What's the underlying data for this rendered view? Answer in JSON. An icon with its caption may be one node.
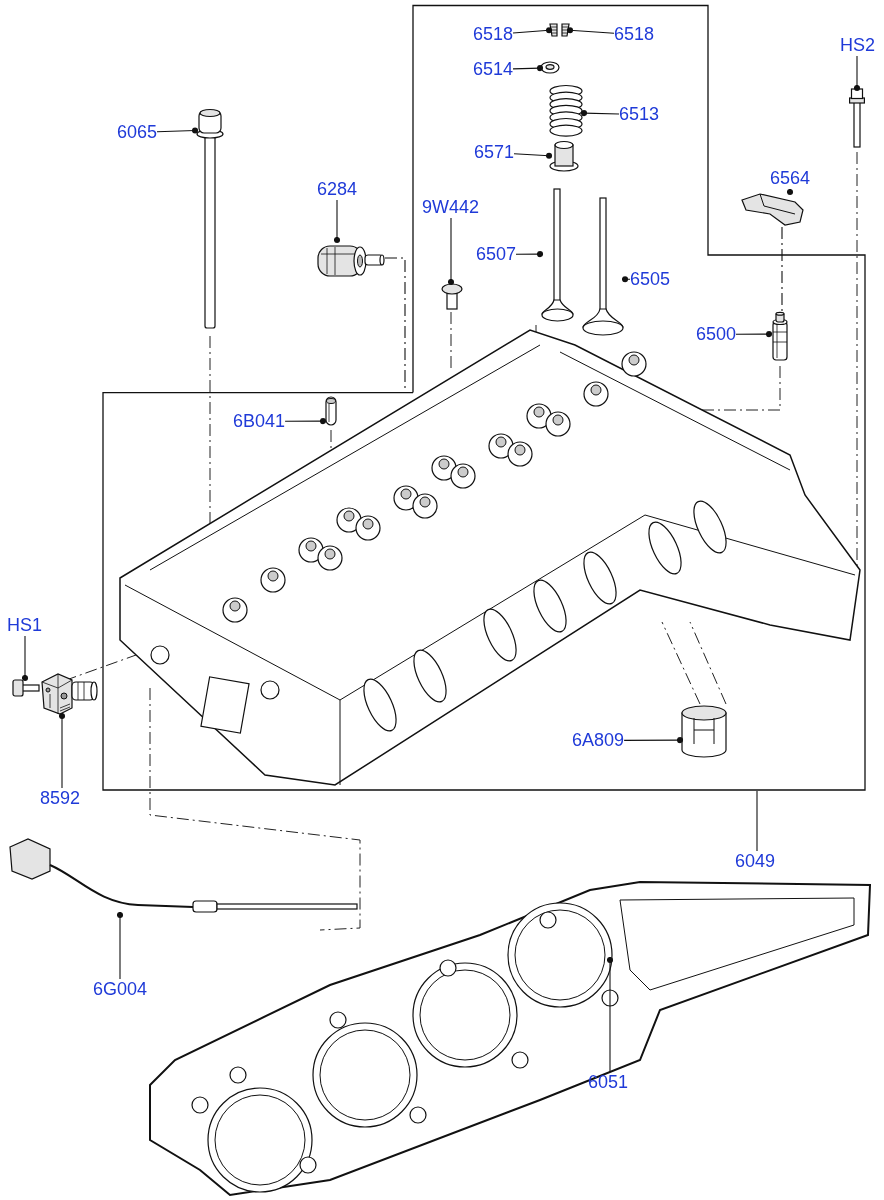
{
  "diagram": {
    "nodes": [
      {
        "text": [
          "6518"
        ]
      },
      {
        "text": [
          "6518"
        ]
      },
      {
        "text": [],
        "shape": "picture"
      },
      {
        "text": [],
        "shape": "picture"
      },
      {
        "text": [
          "6514"
        ]
      },
      {
        "text": [],
        "shape": "picture"
      },
      {
        "text": [
          "6513"
        ]
      },
      {
        "text": [],
        "shape": "picture"
      },
      {
        "text": [
          "HS2"
        ]
      },
      {
        "text": [],
        "shape": "picture"
      },
      {
        "text": [
          "6065"
        ]
      },
      {
        "text": [],
        "shape": "picture"
      },
      {
        "text": [
          "6571"
        ]
      },
      {
        "text": [],
        "shape": "picture"
      },
      {
        "text": [
          "6564"
        ]
      },
      {
        "text": [],
        "shape": "picture"
      },
      {
        "text": [
          "6284"
        ]
      },
      {
        "text": [],
        "shape": "picture"
      },
      {
        "text": [
          "9W442"
        ]
      },
      {
        "text": [],
        "shape": "picture"
      },
      {
        "text": [
          "6507"
        ]
      },
      {
        "text": [],
        "shape": "picture"
      },
      {
        "text": [
          "6505"
        ]
      },
      {
        "text": [],
        "shape": "picture"
      },
      {
        "text": [
          "6500"
        ]
      },
      {
        "text": [],
        "shape": "picture"
      },
      {
        "text": [
          "6B041"
        ],
        "in": 28
      },
      {
        "text": [],
        "shape": "picture",
        "in": 28
      },
      {
        "text": [],
        "shape": "box"
      },
      {
        "text": [
          "HS1"
        ]
      },
      {
        "text": [],
        "shape": "picture"
      },
      {
        "text": [
          "8592"
        ]
      },
      {
        "text": [],
        "shape": "picture"
      },
      {
        "text": [
          "6A809"
        ],
        "in": 28
      },
      {
        "text": [],
        "shape": "picture",
        "in": 28
      },
      {
        "text": [
          "6049"
        ]
      },
      {
        "text": [
          "6G004"
        ]
      },
      {
        "text": [],
        "shape": "picture"
      },
      {
        "text": [
          "6051"
        ]
      },
      {
        "text": [],
        "shape": "picture"
      }
    ],
    "edges": [
      {
        "from": 0,
        "to": 2,
        "arrow": "other"
      },
      {
        "from": 1,
        "to": 3,
        "arrow": "other"
      },
      {
        "from": 4,
        "to": 5,
        "arrow": "other"
      },
      {
        "from": 6,
        "to": 7,
        "arrow": "other"
      },
      {
        "from": 8,
        "to": 9,
        "arrow": "other"
      },
      {
        "from": 10,
        "to": 11,
        "arrow": "other"
      },
      {
        "from": 12,
        "to": 13,
        "arrow": "other"
      },
      {
        "from": 14,
        "to": 15,
        "arrow": "other"
      },
      {
        "from": 16,
        "to": 17,
        "arrow": "other"
      },
      {
        "from": 18,
        "to": 19,
        "arrow": "other"
      },
      {
        "from": 20,
        "to": 21,
        "arrow": "other"
      },
      {
        "from": 22,
        "to": 23,
        "arrow": "other"
      },
      {
        "from": 24,
        "to": 25,
        "arrow": "other"
      },
      {
        "from": 26,
        "to": 27,
        "arrow": "other"
      },
      {
        "from": 29,
        "to": 30,
        "arrow": "other"
      },
      {
        "from": 31,
        "to": 32,
        "arrow": "other"
      },
      {
        "from": 33,
        "to": 34,
        "arrow": "other"
      },
      {
        "from": 35,
        "to": 28,
        "arrow": "none"
      },
      {
        "from": 36,
        "to": 37,
        "arrow": "other"
      },
      {
        "from": 38,
        "to": 39,
        "arrow": "other"
      },
      {
        "from": 17,
        "to": 28,
        "arrow": "none",
        "style": "dashed"
      },
      {
        "from": 15,
        "to": 25,
        "arrow": "none",
        "style": "dashed"
      }
    ]
  }
}
